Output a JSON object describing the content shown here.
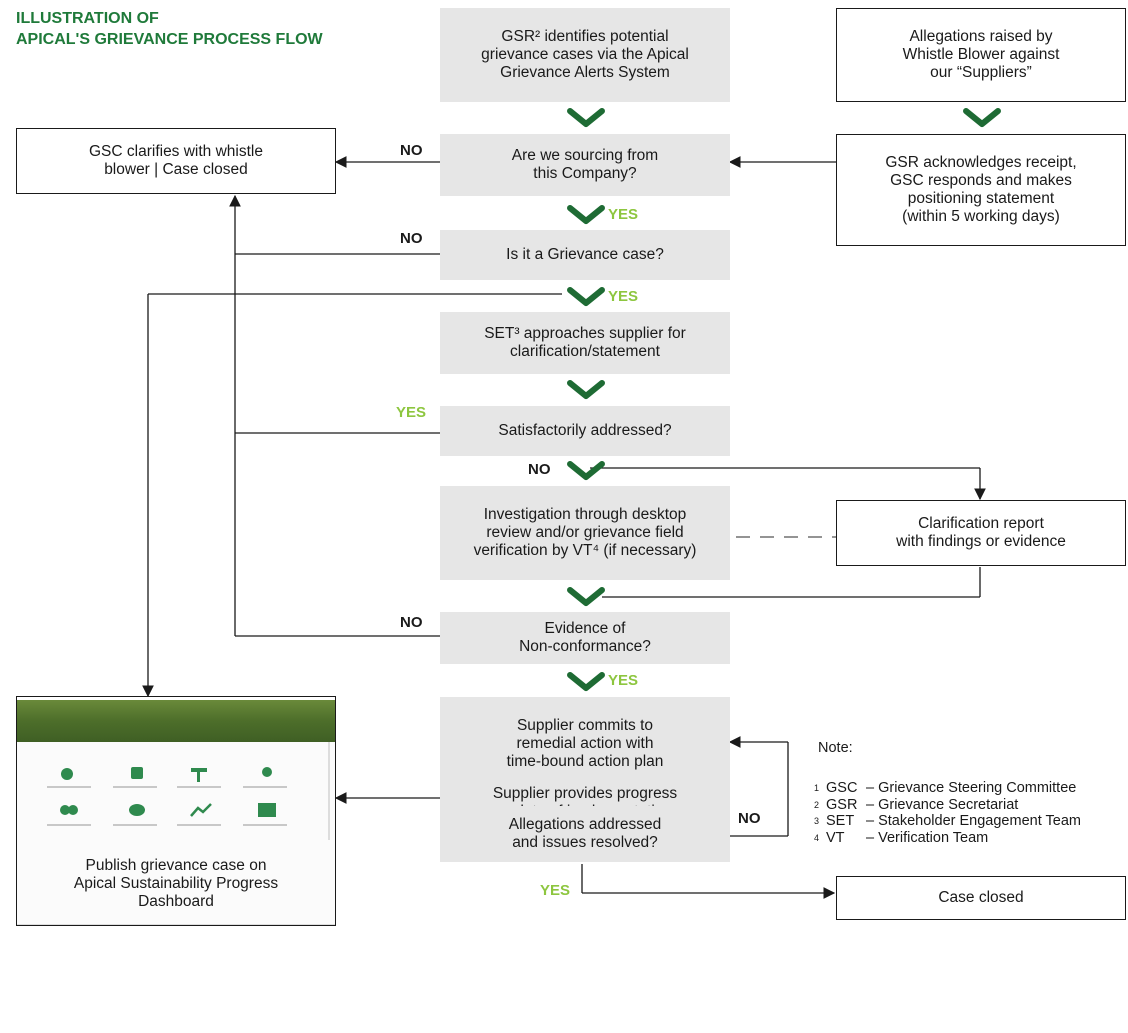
{
  "title": {
    "line1": "ILLUSTRATION OF",
    "line2": "APICAL'S GRIEVANCE PROCESS FLOW"
  },
  "nodes": {
    "gsr_identifies": "GSR² identifies potential\ngrievance cases via the Apical\nGrievance Alerts System",
    "whistle_blower": "Allegations raised by\nWhistle Blower against\nour “Suppliers”",
    "gsc_clarifies": "GSC clarifies with whistle\nblower | Case closed",
    "sourcing": "Are we sourcing from\nthis Company?",
    "gsr_acknowledges": "GSR acknowledges receipt,\nGSC responds and makes\npositioning statement\n(within 5 working days)",
    "grievance_case": "Is it a Grievance case?",
    "set_approaches": "SET³ approaches supplier for\nclarification/statement",
    "satisfactorily": "Satisfactorily addressed?",
    "investigation": "Investigation through desktop\nreview and/or grievance field\nverification by VT⁴ (if necessary)",
    "clarification_report": "Clarification report\nwith findings or evidence",
    "evidence": "Evidence of\nNon-conformance?",
    "supplier_commits": "Supplier commits to\nremedial action with\ntime-bound action plan",
    "supplier_provides": "Supplier provides progress\nupdate of implementation",
    "allegations_addressed": "Allegations addressed\nand issues resolved?",
    "publish": "Publish grievance case on\nApical Sustainability Progress\nDashboard",
    "case_closed": "Case closed"
  },
  "labels": {
    "yes": "YES",
    "no": "NO"
  },
  "note": {
    "heading": "Note:",
    "items": [
      {
        "num": "1",
        "abbr": "GSC",
        "text": "– Grievance Steering Committee"
      },
      {
        "num": "2",
        "abbr": "GSR",
        "text": "– Grievance Secretariat"
      },
      {
        "num": "3",
        "abbr": "SET",
        "text": " – Stakeholder Engagement Team"
      },
      {
        "num": "4",
        "abbr": "VT",
        "text": "  – Verification Team"
      }
    ]
  },
  "colors": {
    "accent_green": "#1f7a3a",
    "yes_green": "#8dc63f",
    "chevron": "#1e6b34",
    "box_grey": "#e6e6e6"
  }
}
